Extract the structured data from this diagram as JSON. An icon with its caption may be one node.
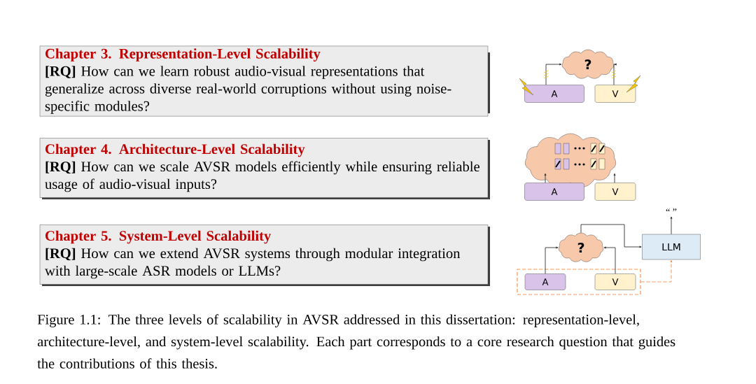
{
  "diagram": {
    "caption": "Figure 1.1: The three levels of scalability in AVSR addressed in this dissertation: representation-level, architecture-level, and system-level scalability. Each part corresponds to a core research question that guides the contributions of this thesis.",
    "nodes": [
      {
        "text": [
          "Chapter 3. Representation-Level Scalability",
          "**[RQ]** How can we learn robust audio-visual representations that generalize across diverse real-world corruptions without using noise-specific modules?"
        ]
      },
      {
        "text": [
          "Chapter 4. Architecture-Level Scalability",
          "**[RQ]** How can we scale AVSR models efficiently while ensuring reliable usage of audio-visual inputs?"
        ]
      },
      {
        "text": [
          "Chapter 5. System-Level Scalability",
          "**[RQ]** How can we extend AVSR systems through modular integration with large-scale ASR models or LLMs?"
        ]
      },
      {
        "text": [
          "?"
        ]
      },
      {
        "text": [
          "A"
        ]
      },
      {
        "text": [
          "V"
        ]
      },
      {
        "text": [],
        "shape": "cloud"
      },
      {
        "text": [
          "A"
        ]
      },
      {
        "text": [
          "V"
        ]
      },
      {
        "text": [
          "?"
        ]
      },
      {
        "text": [
          "LLM"
        ]
      },
      {
        "text": [],
        "shape": "box"
      },
      {
        "text": [
          "A"
        ],
        "in": 11
      },
      {
        "text": [
          "V"
        ],
        "in": 11
      },
      {
        "text": [
          "“ ”"
        ]
      }
    ],
    "edges": [
      {
        "from": 4,
        "to": 3,
        "arrow": "to"
      },
      {
        "from": 5,
        "to": 3,
        "arrow": "to"
      },
      {
        "from": 7,
        "to": 6,
        "arrow": "to"
      },
      {
        "from": 8,
        "to": 6,
        "arrow": "to"
      },
      {
        "from": 12,
        "to": 9,
        "arrow": "to"
      },
      {
        "from": 13,
        "to": 9,
        "arrow": "to"
      },
      {
        "from": 9,
        "to": 10,
        "arrow": "to"
      },
      {
        "from": 11,
        "to": 10,
        "arrow": "to",
        "style": "dashed",
        "color": "#f08a48"
      },
      {
        "from": 10,
        "to": 14,
        "arrow": "to"
      }
    ]
  }
}
